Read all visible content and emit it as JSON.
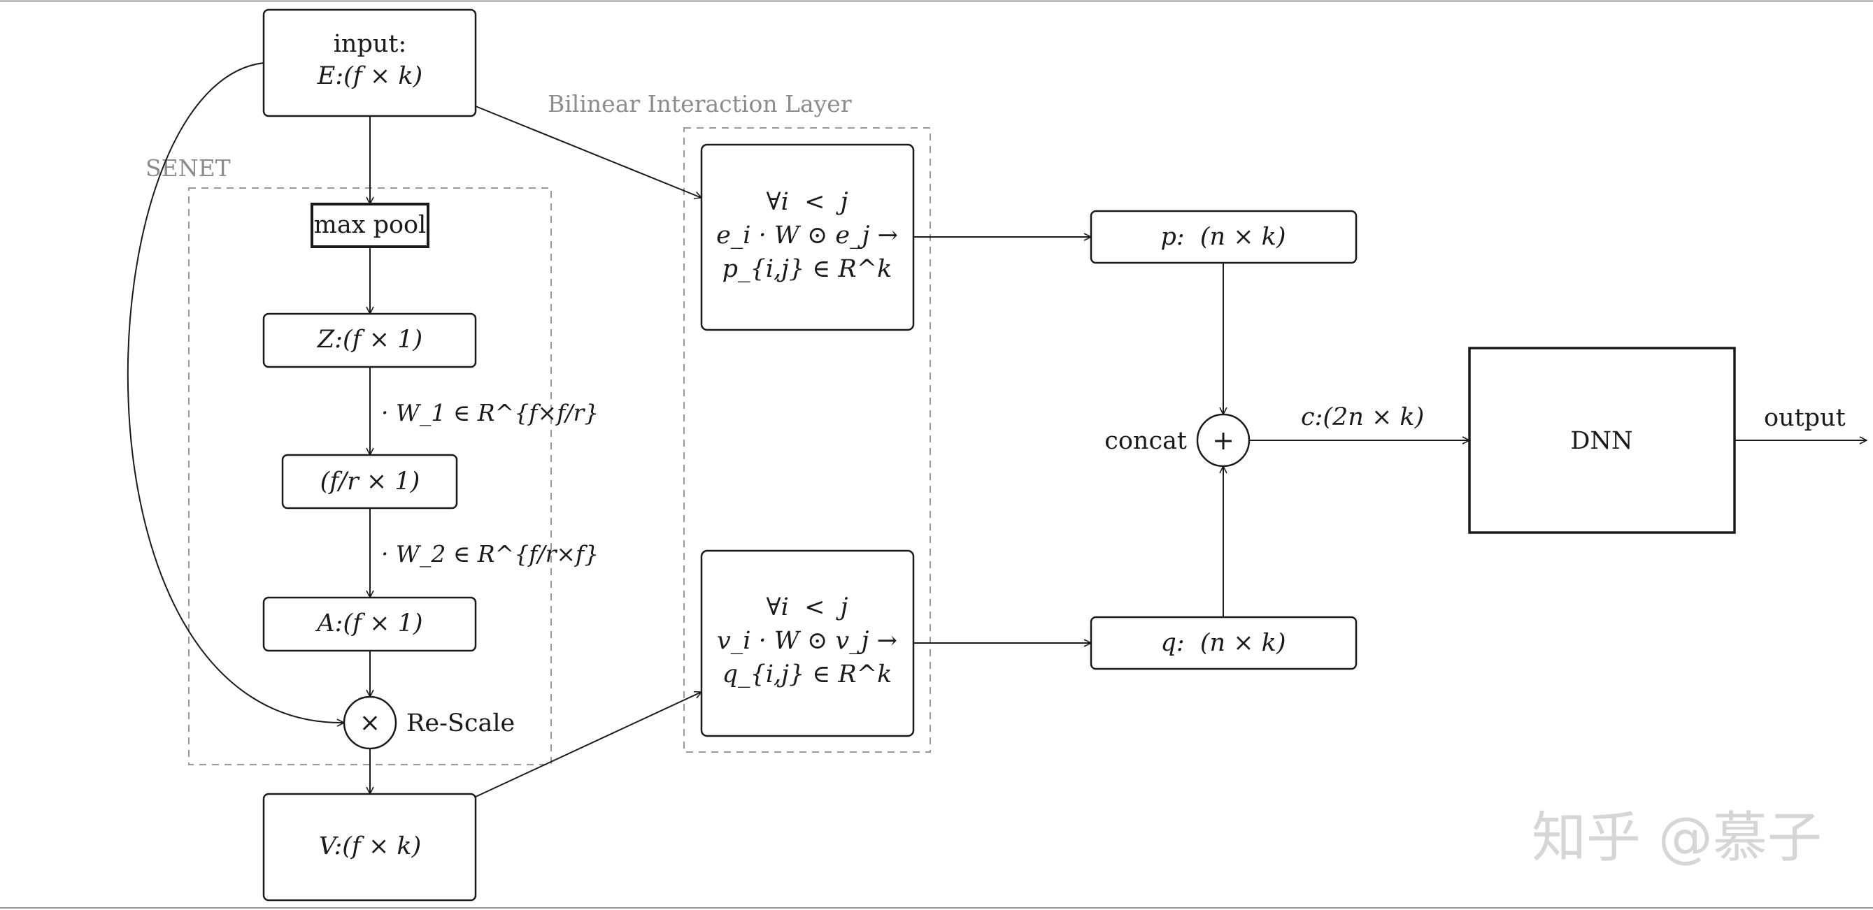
{
  "diagram": {
    "groups": {
      "senet": "SENET",
      "bilinear": "Bilinear Interaction Layer"
    },
    "nodes": {
      "input_line1": "input:",
      "input_line2": "E:(f × k)",
      "maxpool": "max pool",
      "z": "Z:(f × 1)",
      "fr": "(f/r × 1)",
      "a": "A:(f × 1)",
      "mult_symbol": "×",
      "rescale": "Re-Scale",
      "v": "V:(f × k)",
      "bil_top_l1": "∀i  <  j",
      "bil_top_l2": "e_i · W ⊙ e_j →",
      "bil_top_l3": "p_{i,j} ∈ R^k",
      "bil_bot_l1": "∀i  <  j",
      "bil_bot_l2": "v_i · W ⊙ v_j →",
      "bil_bot_l3": "q_{i,j} ∈ R^k",
      "p": "p:  (n × k)",
      "q": "q:  (n × k)",
      "plus_symbol": "+",
      "concat": "concat",
      "dnn": "DNN"
    },
    "edges": {
      "w1": "· W_1 ∈ R^{f×f/r}",
      "w2": "· W_2 ∈ R^{f/r×f}",
      "c": "c:(2n × k)",
      "output": "output"
    },
    "watermark": "知乎 @慕子"
  }
}
